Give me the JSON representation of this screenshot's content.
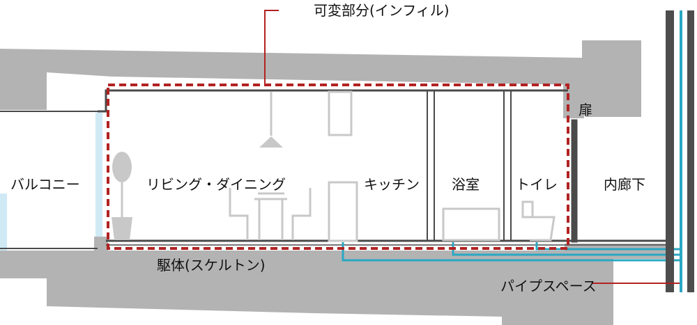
{
  "labels": {
    "infill": "可変部分(インフィル)",
    "skeleton": "駆体(スケルトン)",
    "pipe_space": "パイプスペース",
    "balcony": "バルコニー",
    "living_dining": "リビング・ダイニング",
    "kitchen": "キッチン",
    "bath": "浴室",
    "toilet": "トイレ",
    "corridor": "内廊下",
    "door": "扉"
  },
  "colors": {
    "concrete": "#b3b3b3",
    "wall": "#4a4a4a",
    "infill_border": "#b22222",
    "pipe": "#2aa7c3",
    "glass": "#cfeaf5",
    "furniture": "#c8c8c8",
    "shaft": "#4d4d4d"
  }
}
